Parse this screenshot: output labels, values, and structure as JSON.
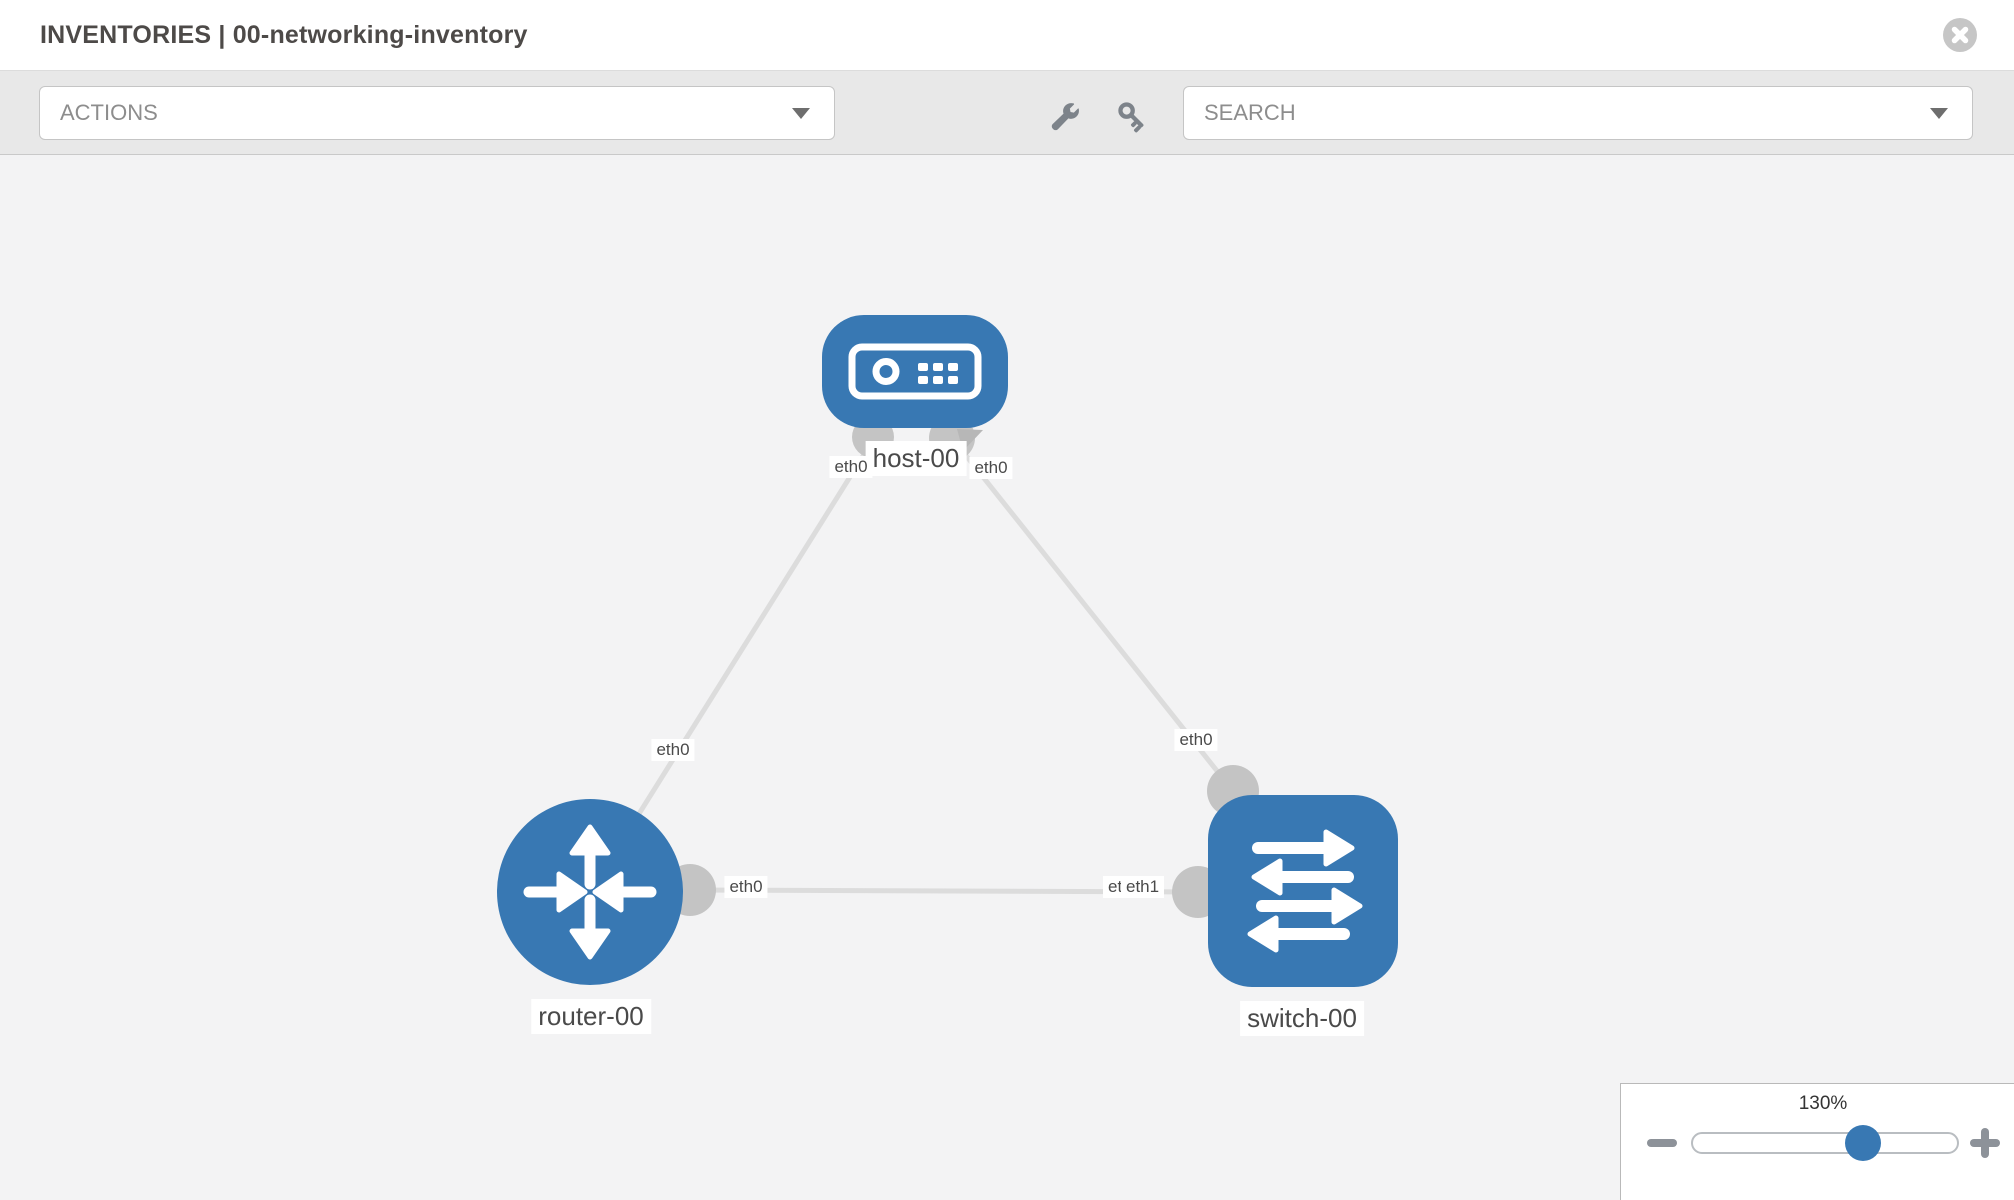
{
  "header": {
    "title": "INVENTORIES | 00-networking-inventory"
  },
  "toolbar": {
    "actions_label": "ACTIONS",
    "search_label": "SEARCH"
  },
  "topology": {
    "nodes": [
      {
        "name": "host-00",
        "type": "host",
        "icon": "host-icon"
      },
      {
        "name": "router-00",
        "type": "router",
        "icon": "router-icon"
      },
      {
        "name": "switch-00",
        "type": "switch",
        "icon": "switch-icon"
      }
    ],
    "links": [
      {
        "source": "host-00",
        "source_interface": "eth0",
        "target": "router-00",
        "target_interface": "eth0"
      },
      {
        "source": "host-00",
        "source_interface": "eth0",
        "target": "switch-00",
        "target_interface": "eth0"
      },
      {
        "source": "router-00",
        "source_interface": "eth0",
        "target": "switch-00",
        "target_interface": "eth1"
      }
    ],
    "interface_labels": {
      "host_to_router": "eth0",
      "host_to_switch": "eth0",
      "router_to_host": "eth0",
      "switch_to_host": "eth0",
      "router_to_switch": "eth0",
      "switch_to_router_under": "eth0",
      "switch_to_router_over": "eth1"
    }
  },
  "zoom_control": {
    "level": "130%"
  },
  "colors": {
    "node_blue": "#3878b3",
    "link_gray": "#dcdcdc",
    "port_gray": "#c4c4c4",
    "toolbar_gray": "#e8e8e8",
    "label_text": "#4a4a4a"
  }
}
